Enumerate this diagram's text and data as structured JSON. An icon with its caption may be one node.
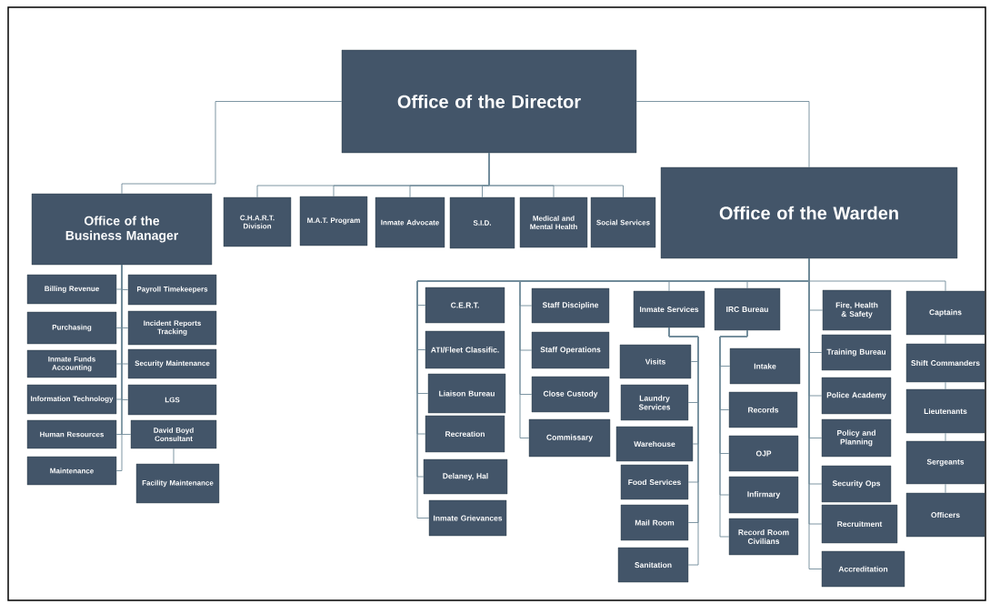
{
  "diagram": {
    "nodes": [
      {
        "text": [
          "Office of the Director"
        ]
      },
      {
        "text": [
          "Office of the Business Manager"
        ]
      },
      {
        "text": [
          "C.H.A.R.T. Division"
        ]
      },
      {
        "text": [
          "M.A.T. Program"
        ]
      },
      {
        "text": [
          "Inmate Advocate"
        ]
      },
      {
        "text": [
          "S.I.D."
        ]
      },
      {
        "text": [
          "Medical and Mental Health"
        ]
      },
      {
        "text": [
          "Social Services"
        ]
      },
      {
        "text": [
          "Office of the Warden"
        ]
      },
      {
        "text": [
          "Billing Revenue"
        ]
      },
      {
        "text": [
          "Payroll Timekeepers"
        ]
      },
      {
        "text": [
          "Purchasing"
        ]
      },
      {
        "text": [
          "Incident Reports Tracking"
        ]
      },
      {
        "text": [
          "Inmate Funds Accounting"
        ]
      },
      {
        "text": [
          "Security Maintenance"
        ]
      },
      {
        "text": [
          "Information Technology"
        ]
      },
      {
        "text": [
          "LGS"
        ]
      },
      {
        "text": [
          "Human Resources"
        ]
      },
      {
        "text": [
          "David Boyd Consultant"
        ]
      },
      {
        "text": [
          "Maintenance"
        ]
      },
      {
        "text": [
          "Facility Maintenance"
        ]
      },
      {
        "text": [
          "C.E.R.T."
        ]
      },
      {
        "text": [
          "ATI/Fleet Classific."
        ]
      },
      {
        "text": [
          "Liaison Bureau"
        ]
      },
      {
        "text": [
          "Recreation"
        ]
      },
      {
        "text": [
          "Delaney, Hal"
        ]
      },
      {
        "text": [
          "Inmate Grievances"
        ]
      },
      {
        "text": [
          "Staff Discipline"
        ]
      },
      {
        "text": [
          "Staff Operations"
        ]
      },
      {
        "text": [
          "Close Custody"
        ]
      },
      {
        "text": [
          "Commissary"
        ]
      },
      {
        "text": [
          "Inmate Services"
        ]
      },
      {
        "text": [
          "Visits"
        ]
      },
      {
        "text": [
          "Laundry Services"
        ]
      },
      {
        "text": [
          "Warehouse"
        ]
      },
      {
        "text": [
          "Food Services"
        ]
      },
      {
        "text": [
          "Mail Room"
        ]
      },
      {
        "text": [
          "Sanitation"
        ]
      },
      {
        "text": [
          "IRC Bureau"
        ]
      },
      {
        "text": [
          "Intake"
        ]
      },
      {
        "text": [
          "Records"
        ]
      },
      {
        "text": [
          "OJP"
        ]
      },
      {
        "text": [
          "Infirmary"
        ]
      },
      {
        "text": [
          "Record Room Civilians"
        ]
      },
      {
        "text": [
          "Fire, Health & Safety"
        ]
      },
      {
        "text": [
          "Training Bureau"
        ]
      },
      {
        "text": [
          "Police Academy"
        ]
      },
      {
        "text": [
          "Policy and Planning"
        ]
      },
      {
        "text": [
          "Security Ops"
        ]
      },
      {
        "text": [
          "Recruitment"
        ]
      },
      {
        "text": [
          "Accreditation"
        ]
      },
      {
        "text": [
          "Captains"
        ]
      },
      {
        "text": [
          "Shift Commanders"
        ]
      },
      {
        "text": [
          "Lieutenants"
        ]
      },
      {
        "text": [
          "Sergeants"
        ]
      },
      {
        "text": [
          "Officers"
        ]
      }
    ],
    "edges": [
      {
        "from": 0,
        "to": 1,
        "arrow": "none"
      },
      {
        "from": 0,
        "to": 2,
        "arrow": "none"
      },
      {
        "from": 0,
        "to": 3,
        "arrow": "none"
      },
      {
        "from": 0,
        "to": 4,
        "arrow": "none"
      },
      {
        "from": 0,
        "to": 5,
        "arrow": "none"
      },
      {
        "from": 0,
        "to": 6,
        "arrow": "none"
      },
      {
        "from": 0,
        "to": 7,
        "arrow": "none"
      },
      {
        "from": 0,
        "to": 8,
        "arrow": "none"
      },
      {
        "from": 1,
        "to": 9,
        "arrow": "none"
      },
      {
        "from": 1,
        "to": 10,
        "arrow": "none"
      },
      {
        "from": 1,
        "to": 11,
        "arrow": "none"
      },
      {
        "from": 1,
        "to": 12,
        "arrow": "none"
      },
      {
        "from": 1,
        "to": 13,
        "arrow": "none"
      },
      {
        "from": 1,
        "to": 14,
        "arrow": "none"
      },
      {
        "from": 1,
        "to": 15,
        "arrow": "none"
      },
      {
        "from": 1,
        "to": 16,
        "arrow": "none"
      },
      {
        "from": 1,
        "to": 17,
        "arrow": "none"
      },
      {
        "from": 1,
        "to": 18,
        "arrow": "none"
      },
      {
        "from": 1,
        "to": 19,
        "arrow": "none"
      },
      {
        "from": 18,
        "to": 20,
        "arrow": "none"
      },
      {
        "from": 8,
        "to": 21,
        "arrow": "none"
      },
      {
        "from": 8,
        "to": 22,
        "arrow": "none"
      },
      {
        "from": 8,
        "to": 23,
        "arrow": "none"
      },
      {
        "from": 8,
        "to": 24,
        "arrow": "none"
      },
      {
        "from": 8,
        "to": 25,
        "arrow": "none"
      },
      {
        "from": 8,
        "to": 26,
        "arrow": "none"
      },
      {
        "from": 8,
        "to": 27,
        "arrow": "none"
      },
      {
        "from": 8,
        "to": 28,
        "arrow": "none"
      },
      {
        "from": 8,
        "to": 29,
        "arrow": "none"
      },
      {
        "from": 8,
        "to": 30,
        "arrow": "none"
      },
      {
        "from": 8,
        "to": 31,
        "arrow": "none"
      },
      {
        "from": 31,
        "to": 32,
        "arrow": "none"
      },
      {
        "from": 31,
        "to": 33,
        "arrow": "none"
      },
      {
        "from": 31,
        "to": 34,
        "arrow": "none"
      },
      {
        "from": 31,
        "to": 35,
        "arrow": "none"
      },
      {
        "from": 31,
        "to": 36,
        "arrow": "none"
      },
      {
        "from": 31,
        "to": 37,
        "arrow": "none"
      },
      {
        "from": 8,
        "to": 38,
        "arrow": "none"
      },
      {
        "from": 38,
        "to": 39,
        "arrow": "none"
      },
      {
        "from": 38,
        "to": 40,
        "arrow": "none"
      },
      {
        "from": 38,
        "to": 41,
        "arrow": "none"
      },
      {
        "from": 38,
        "to": 42,
        "arrow": "none"
      },
      {
        "from": 38,
        "to": 43,
        "arrow": "none"
      },
      {
        "from": 8,
        "to": 44,
        "arrow": "none"
      },
      {
        "from": 8,
        "to": 45,
        "arrow": "none"
      },
      {
        "from": 8,
        "to": 46,
        "arrow": "none"
      },
      {
        "from": 8,
        "to": 47,
        "arrow": "none"
      },
      {
        "from": 8,
        "to": 48,
        "arrow": "none"
      },
      {
        "from": 8,
        "to": 49,
        "arrow": "none"
      },
      {
        "from": 8,
        "to": 50,
        "arrow": "none"
      },
      {
        "from": 8,
        "to": 51,
        "arrow": "none"
      },
      {
        "from": 51,
        "to": 52,
        "arrow": "none"
      },
      {
        "from": 52,
        "to": 53,
        "arrow": "none"
      },
      {
        "from": 53,
        "to": 54,
        "arrow": "none"
      },
      {
        "from": 54,
        "to": 55,
        "arrow": "none"
      }
    ]
  }
}
